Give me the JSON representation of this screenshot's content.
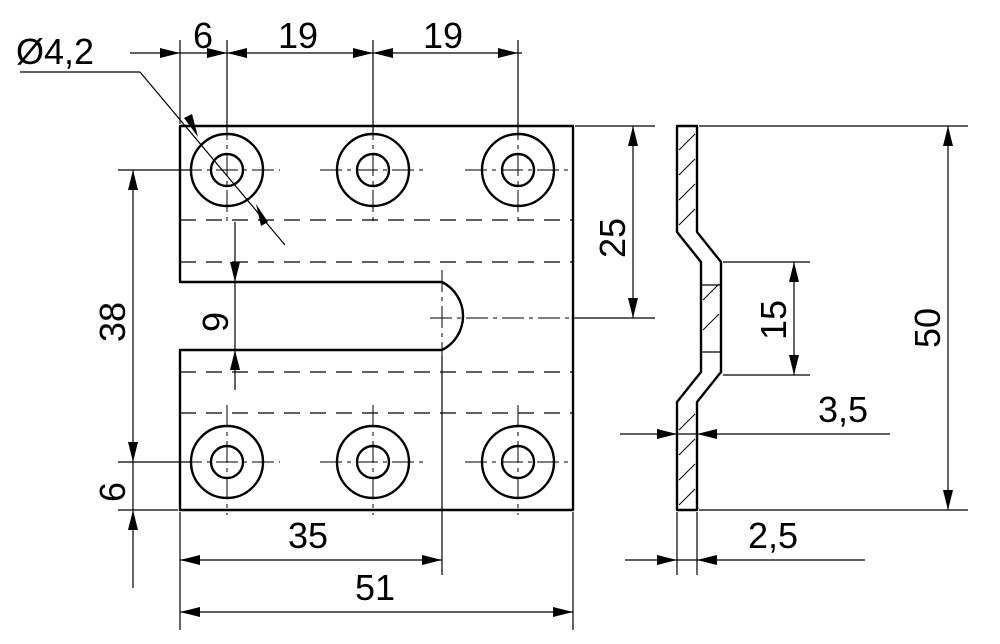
{
  "dimensions": {
    "hole_diameter": "Ø4,2",
    "edge_offset_top": "6",
    "hole_spacing_1": "19",
    "hole_spacing_2": "19",
    "slot_depth_right": "25",
    "vertical_hole_spacing": "38",
    "slot_width": "9",
    "edge_offset_bottom": "6",
    "slot_length": "35",
    "overall_width": "51",
    "offset_step": "15",
    "total_height": "50",
    "offset_depth": "3,5",
    "material_thickness": "2,5"
  }
}
